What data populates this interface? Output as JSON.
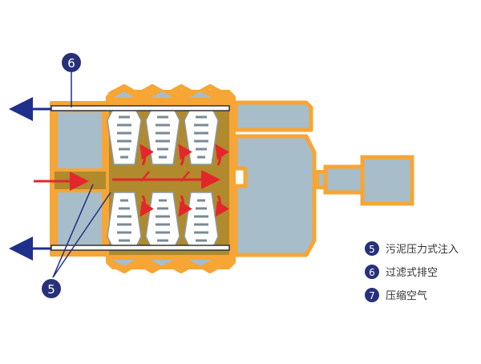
{
  "diagram": {
    "callouts": [
      {
        "number": "6"
      },
      {
        "number": "5"
      }
    ],
    "legend": [
      {
        "number": "5",
        "text": "污泥压力式注入"
      },
      {
        "number": "6",
        "text": "过滤式排空"
      },
      {
        "number": "7",
        "text": "压缩空气"
      }
    ],
    "colors": {
      "frame_orange": "#f7a535",
      "chamber_gray": "#a7bdc9",
      "sludge_brown": "#b08a2d",
      "flow_red": "#e4262c",
      "exit_blue": "#1f2f8c",
      "badge_navy": "#27317a"
    },
    "icons": [
      "arrow-left-icon",
      "arrow-right-icon",
      "curved-arrow-icon",
      "number-badge-icon"
    ]
  }
}
